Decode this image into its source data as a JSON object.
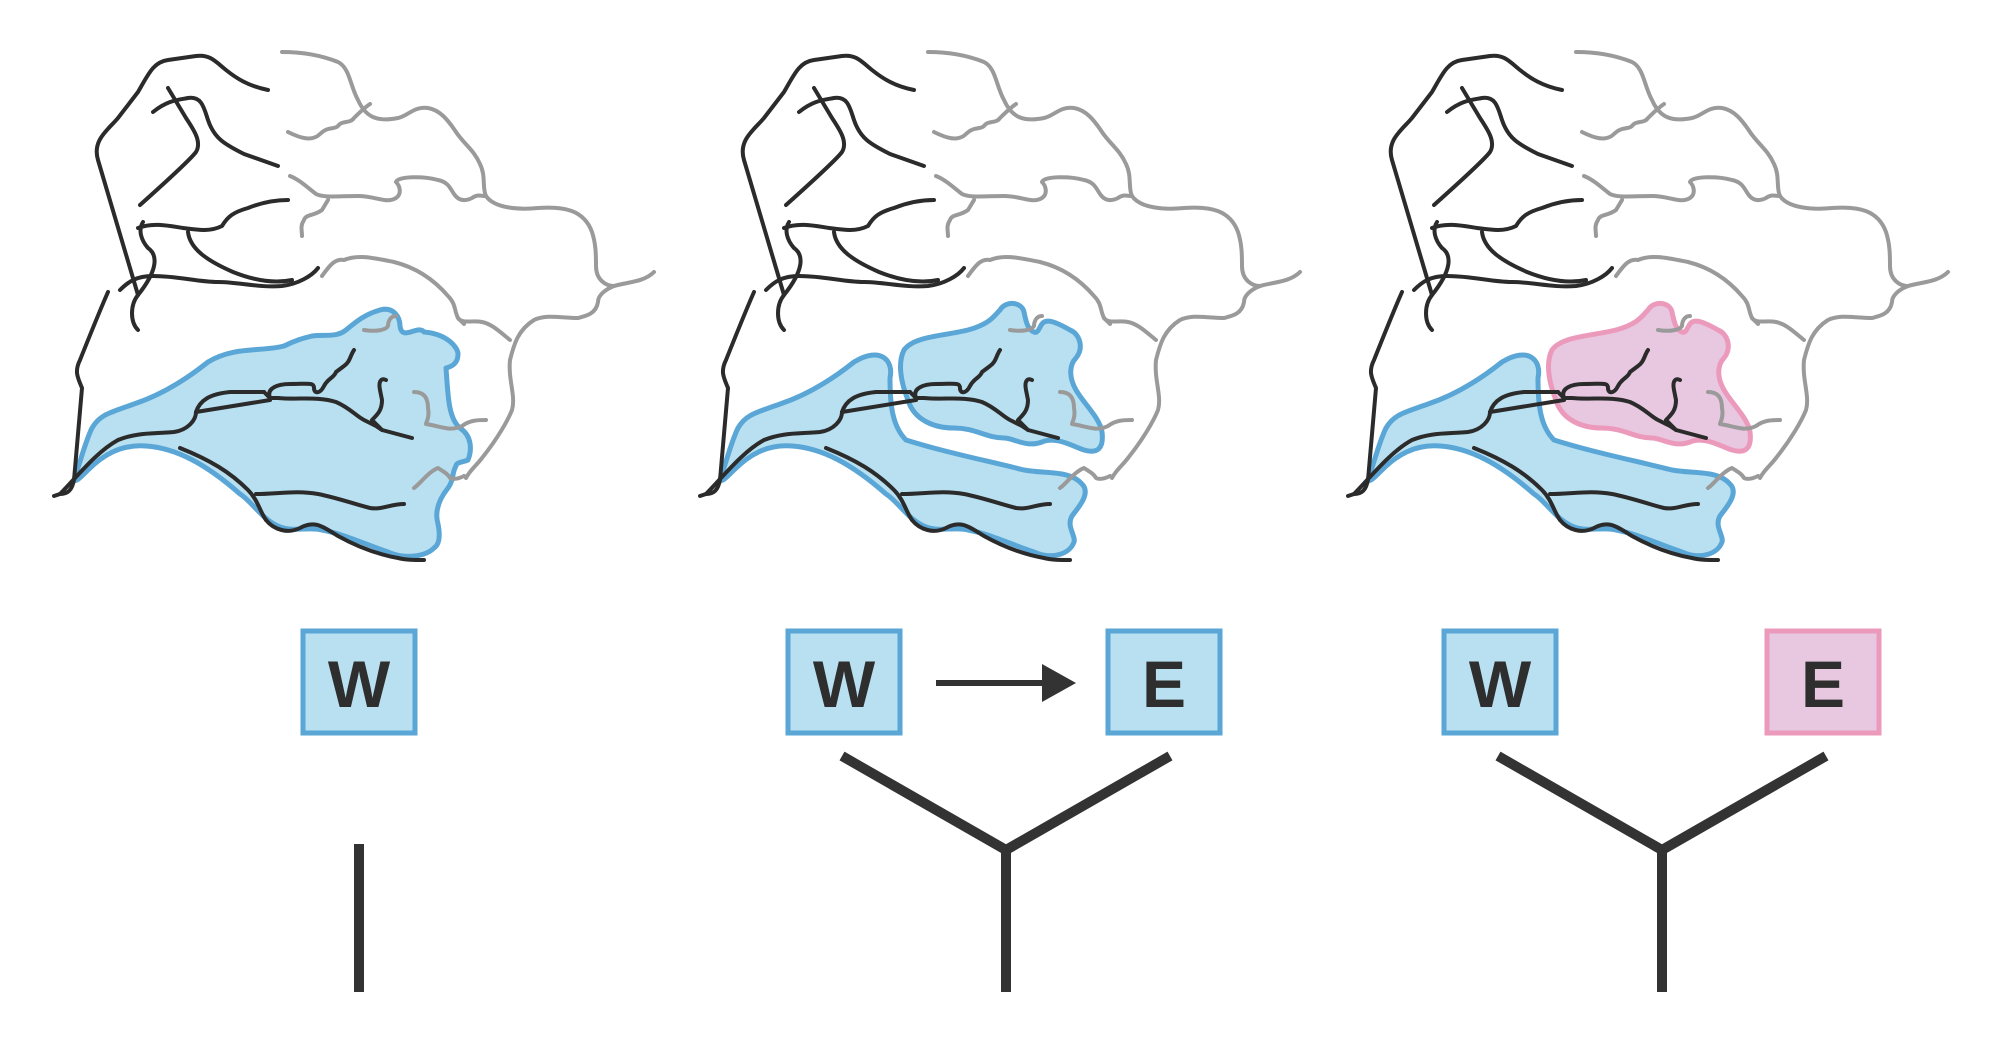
{
  "panels": [
    {
      "id": "panel-1",
      "boxes": [
        {
          "label": "W",
          "color": "blue"
        }
      ],
      "arrow": false,
      "tree": "single-branch"
    },
    {
      "id": "panel-2",
      "boxes": [
        {
          "label": "W",
          "color": "blue"
        },
        {
          "label": "E",
          "color": "blue"
        }
      ],
      "arrow": true,
      "tree": "bifurcating"
    },
    {
      "id": "panel-3",
      "boxes": [
        {
          "label": "W",
          "color": "blue"
        },
        {
          "label": "E",
          "color": "pink"
        }
      ],
      "arrow": false,
      "tree": "bifurcating"
    }
  ],
  "colors": {
    "blue_fill": "#b8e0f0",
    "blue_stroke": "#5aa6d6",
    "pink_fill": "#e8c8e0",
    "pink_stroke": "#ec9abb",
    "river_dark": "#2b2b2b",
    "river_gray": "#9a9a9a",
    "tree": "#333333"
  }
}
